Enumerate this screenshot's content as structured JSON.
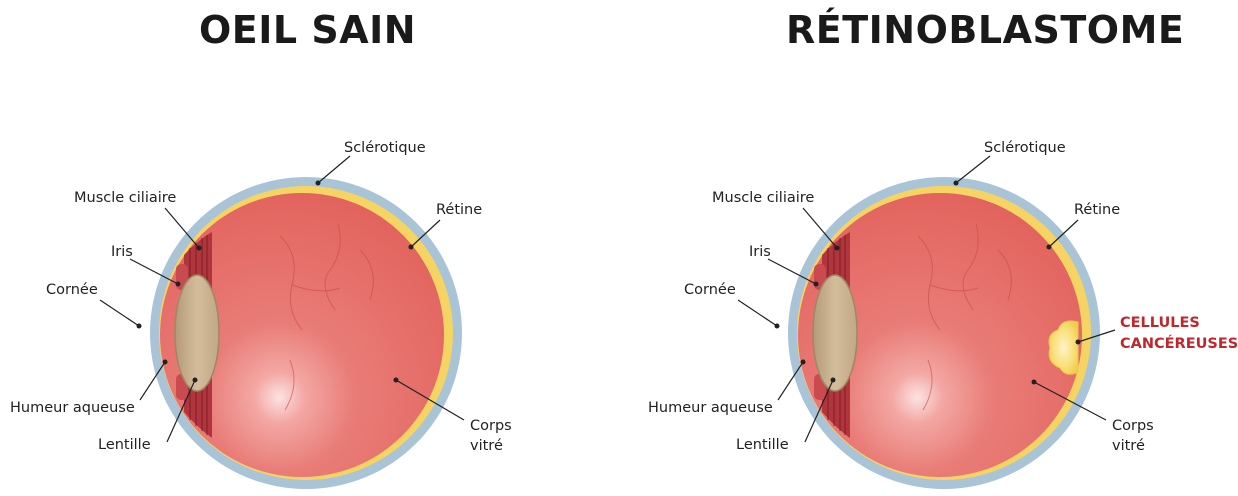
{
  "titles": {
    "healthy": "OEIL SAIN",
    "disease": "RÉTINOBLASTOME"
  },
  "labels": {
    "sclera": "Sclérotique",
    "ciliary_muscle": "Muscle ciliaire",
    "retina": "Rétine",
    "iris": "Iris",
    "cornea": "Cornée",
    "aqueous_humor": "Humeur aqueuse",
    "lens": "Lentille",
    "vitreous_line1": "Corps",
    "vitreous_line2": "vitré",
    "cancer_line1": "CELLULES",
    "cancer_line2": "CANCÉREUSES"
  },
  "colors": {
    "sclera": "#a9c4d6",
    "retina": "#f5d463",
    "vitreous": "#e8706b",
    "ciliary": "#b0353c",
    "lens": "#c9b08d",
    "cornea_fill": "#e4f4ec",
    "tumor": "#f7dc6a",
    "cancer_text": "#c0272d"
  }
}
